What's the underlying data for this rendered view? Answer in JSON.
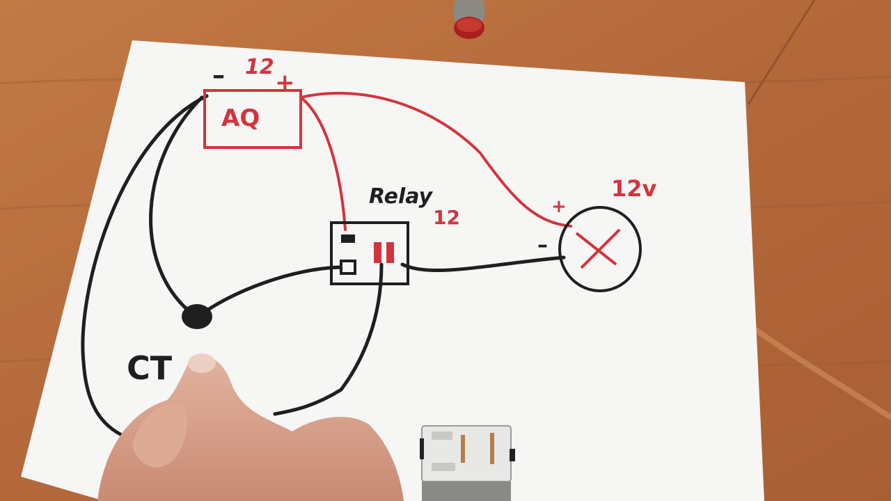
{
  "diagram": {
    "battery": {
      "label": "AQ",
      "voltage": "12",
      "minus": "–",
      "plus": "+"
    },
    "relay": {
      "label": "Relay",
      "voltage": "12"
    },
    "lamp": {
      "voltage": "12v",
      "plus": "+",
      "minus": "–"
    },
    "switch": {
      "label": "CT"
    }
  },
  "colors": {
    "wood": "#b86d3a",
    "paper": "#f7f7f6",
    "black_ink": "#1f1f1f",
    "red_ink": "#d3343c",
    "skin": "#d9a08a"
  }
}
